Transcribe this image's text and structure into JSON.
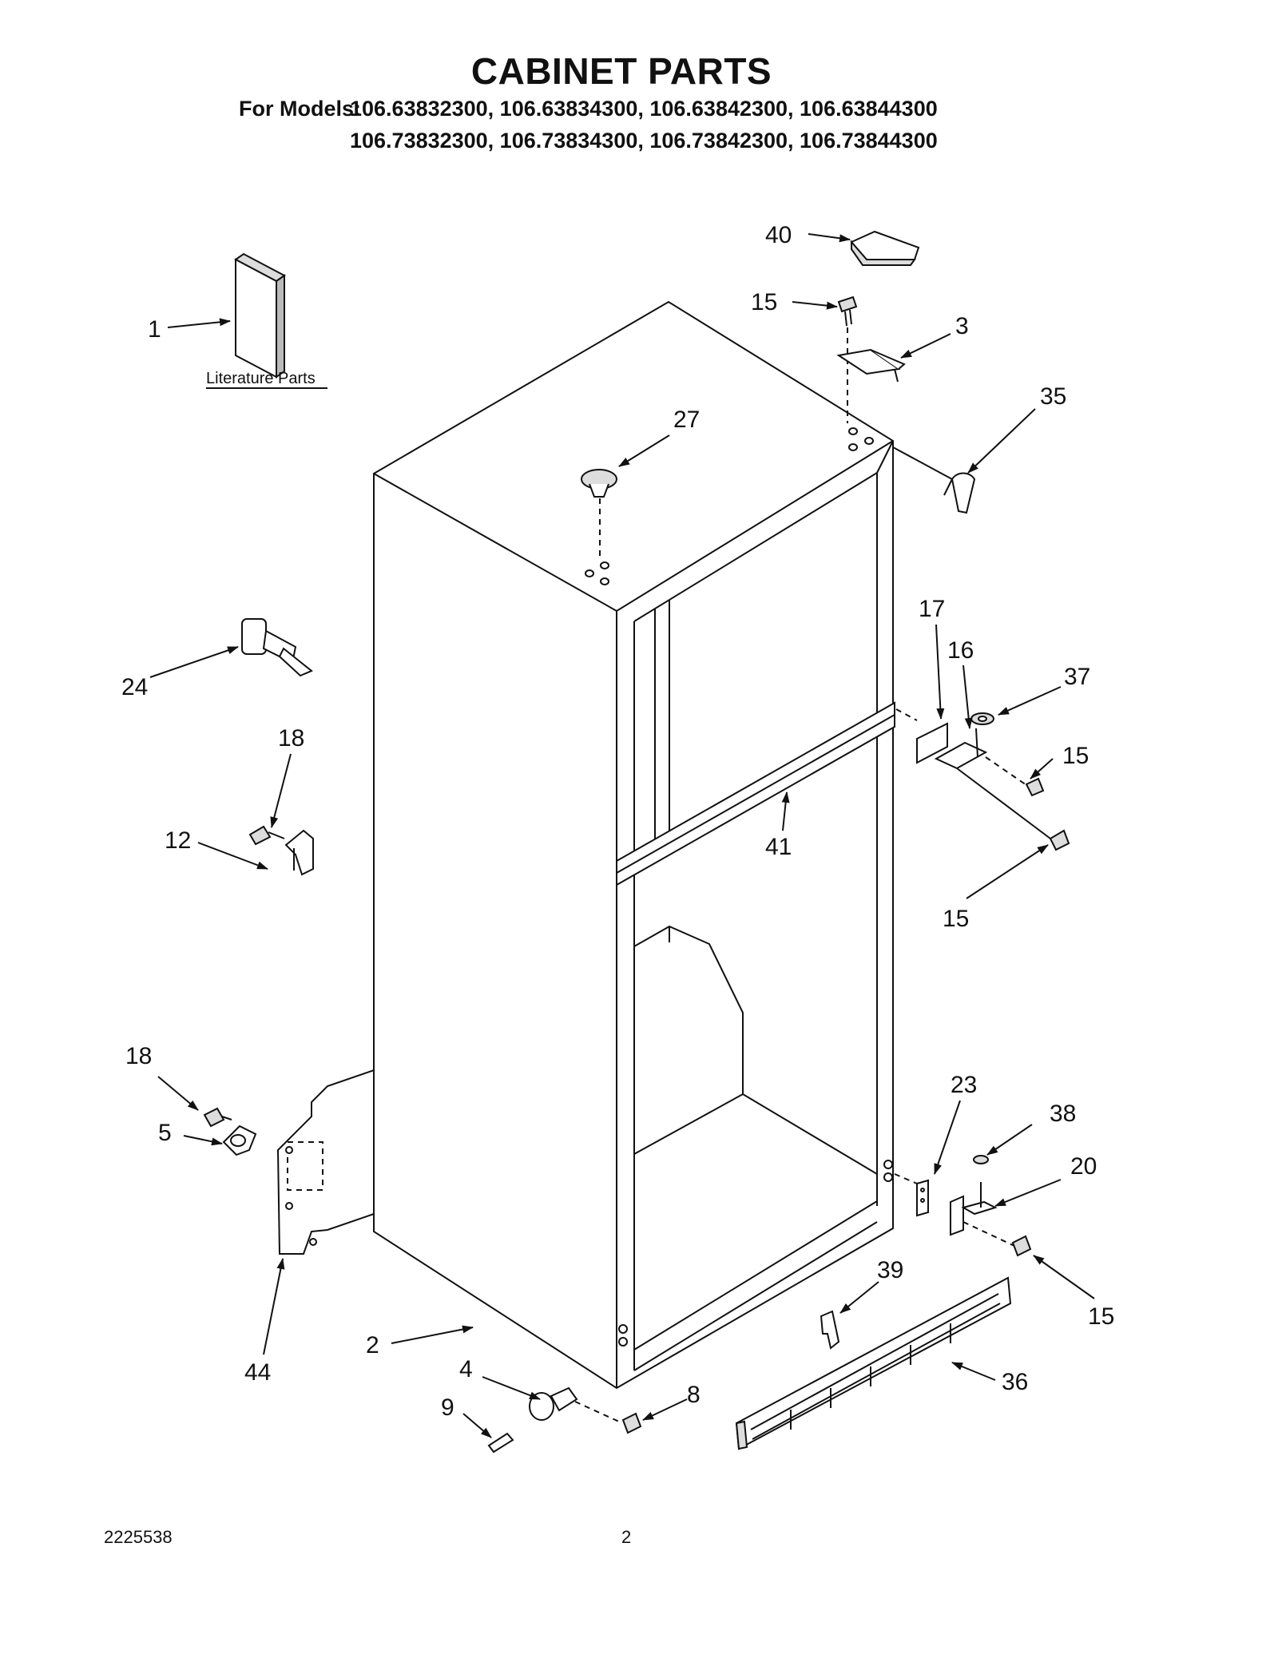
{
  "title": "CABINET PARTS",
  "models": {
    "label": "For Models:",
    "line1": "106.63832300, 106.63834300, 106.63842300, 106.63844300",
    "line2": "106.73832300, 106.73834300, 106.73842300, 106.73844300"
  },
  "literature_label": "Literature Parts",
  "callouts": [
    "1",
    "40",
    "15",
    "3",
    "35",
    "27",
    "17",
    "16",
    "37",
    "15",
    "41",
    "15",
    "24",
    "18",
    "12",
    "18",
    "5",
    "44",
    "23",
    "38",
    "20",
    "15",
    "39",
    "36",
    "2",
    "4",
    "9",
    "8"
  ],
  "footer": {
    "doc_number": "2225538",
    "page_number": "2"
  }
}
